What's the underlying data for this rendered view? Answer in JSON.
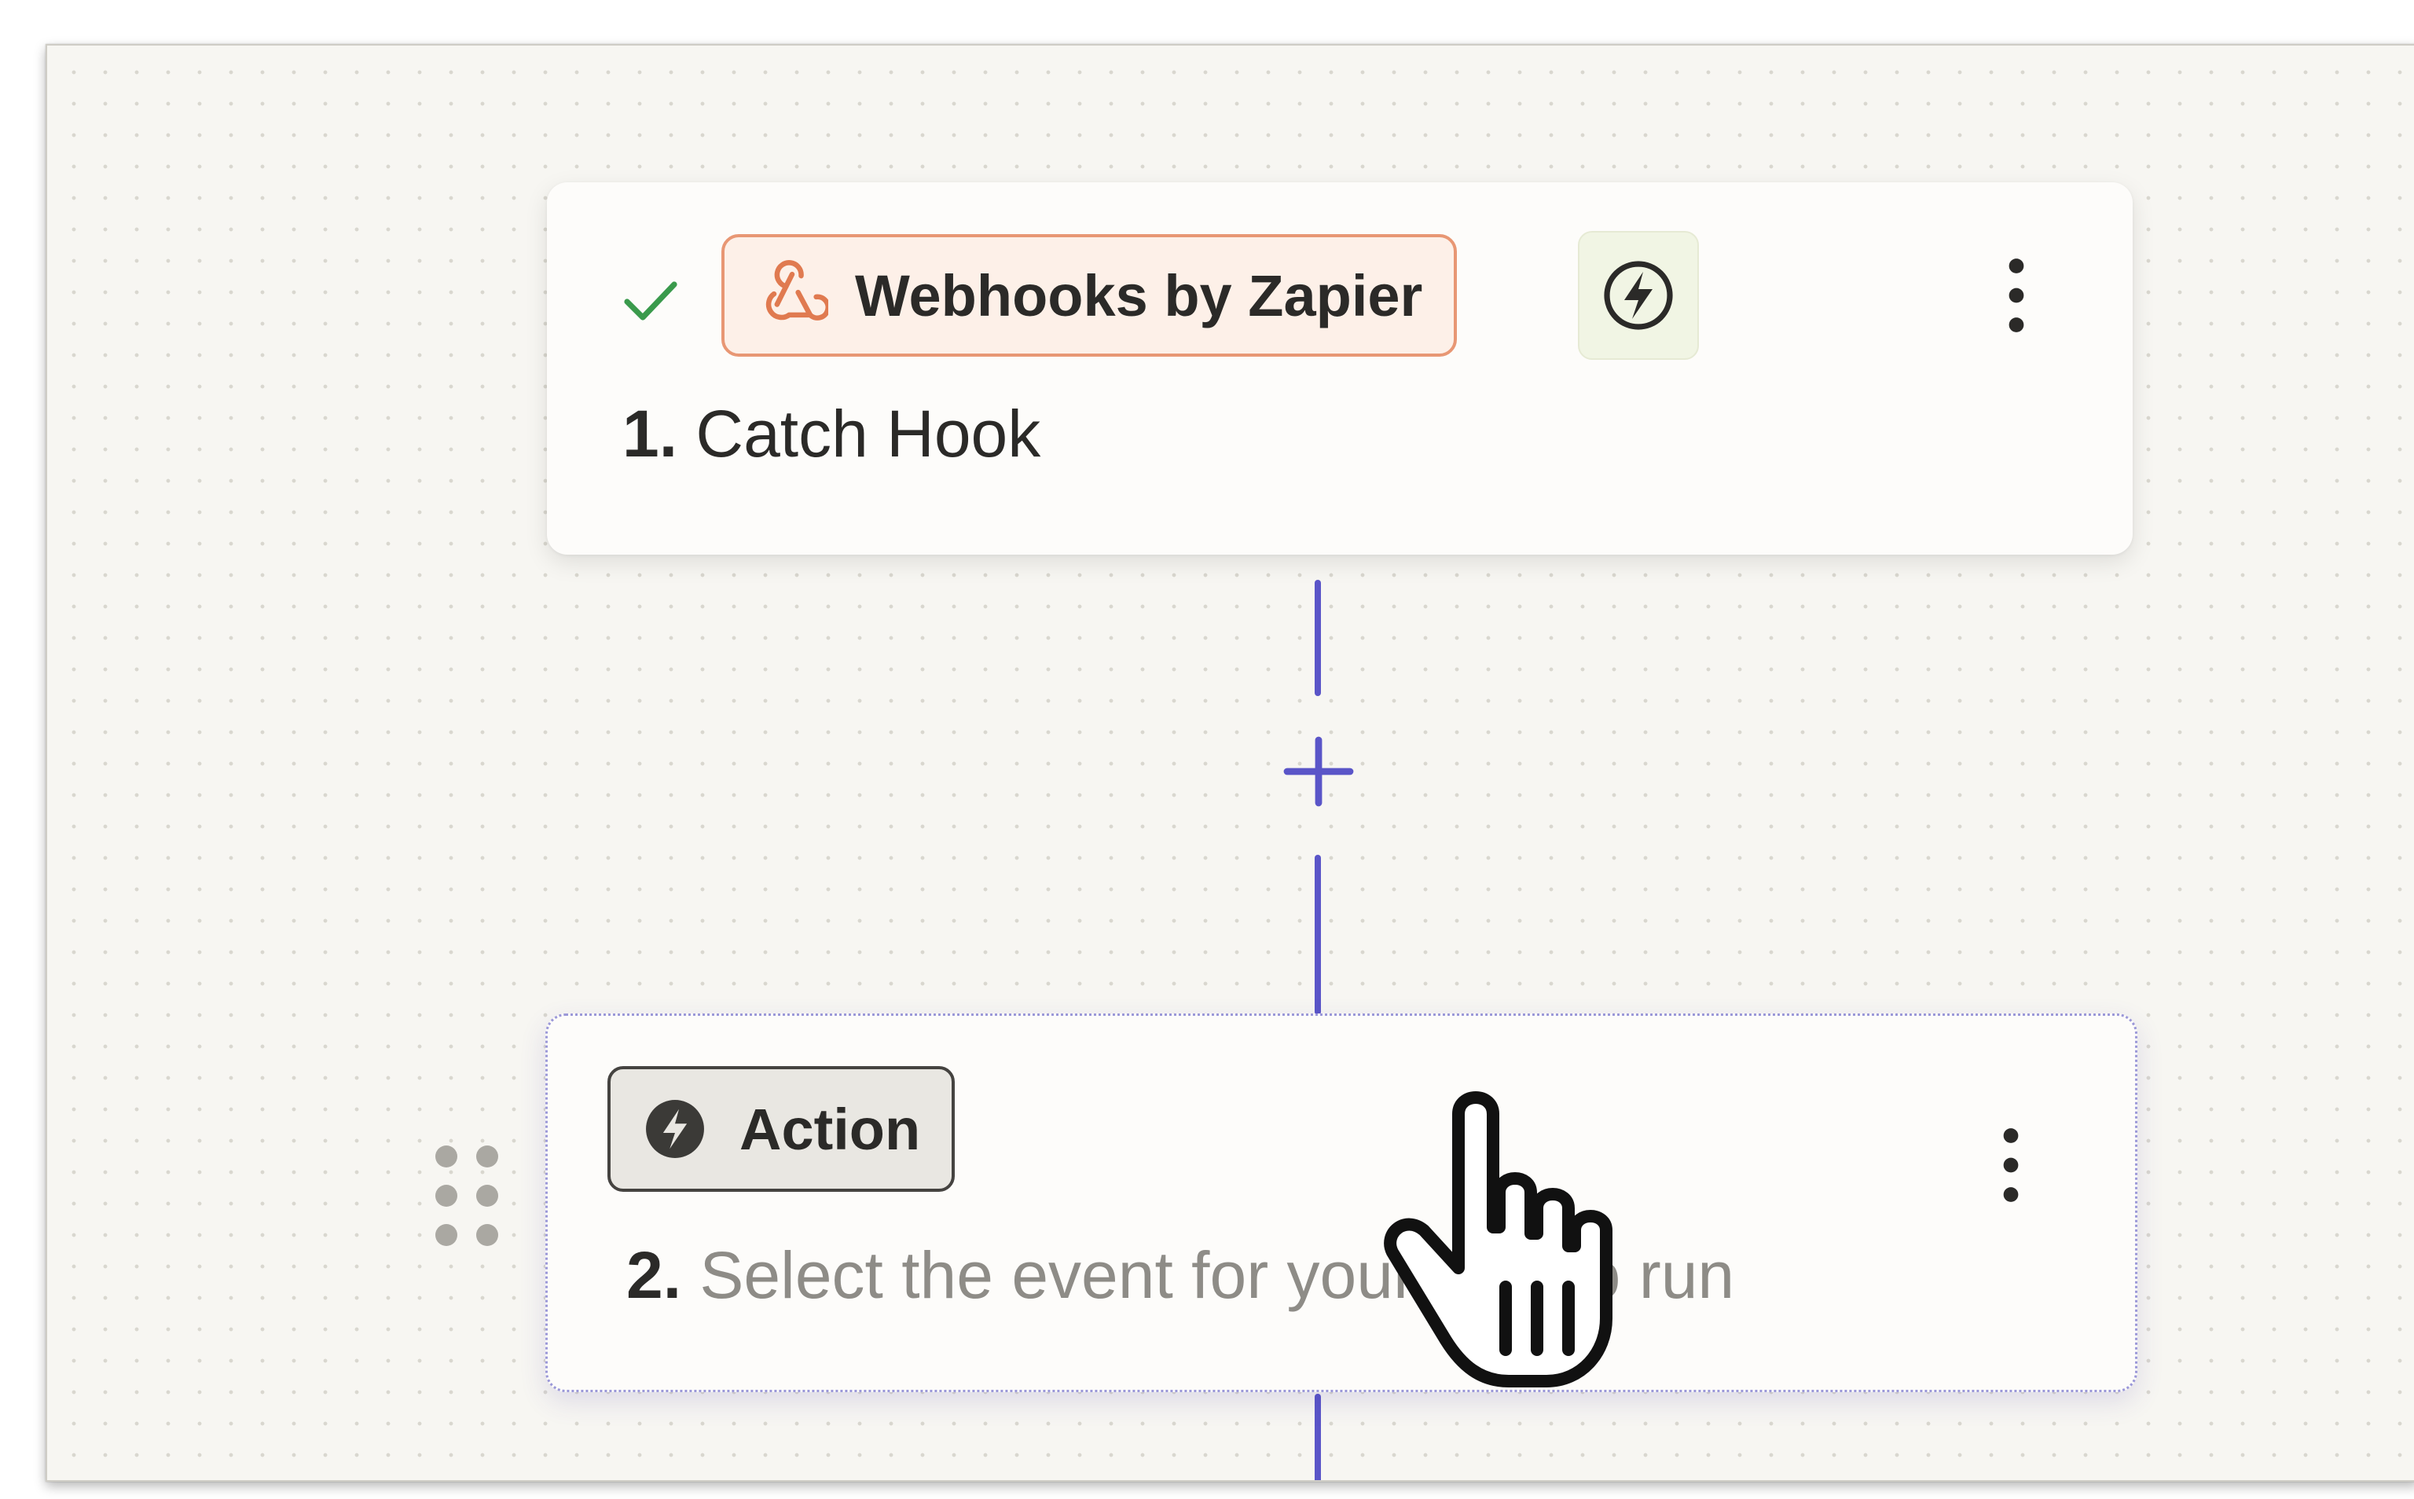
{
  "trigger_step": {
    "status_icon": "check-icon",
    "app_label": "Webhooks by Zapier",
    "app_icon": "webhook-icon",
    "badge_icon": "lightning-bolt-icon",
    "step_number": "1.",
    "step_title": "Catch Hook",
    "menu_icon": "more-vertical-icon"
  },
  "connector": {
    "add_icon": "plus-icon"
  },
  "action_step": {
    "chip_label": "Action",
    "chip_icon": "lightning-bolt-icon",
    "step_number": "2.",
    "step_title": "Select the event for your Zap to run",
    "menu_icon": "more-vertical-icon",
    "drag_icon": "drag-handle-icon"
  },
  "cursor": {
    "icon": "hand-pointer-icon"
  },
  "colors": {
    "canvas": "#f7f6f2",
    "card": "#fdfcfa",
    "webhook_accent": "#e89774",
    "webhook_chip_bg": "#fdf0e8",
    "connector": "#5a55c8",
    "check": "#3a9a4c",
    "muted_text": "#8e8c87"
  }
}
